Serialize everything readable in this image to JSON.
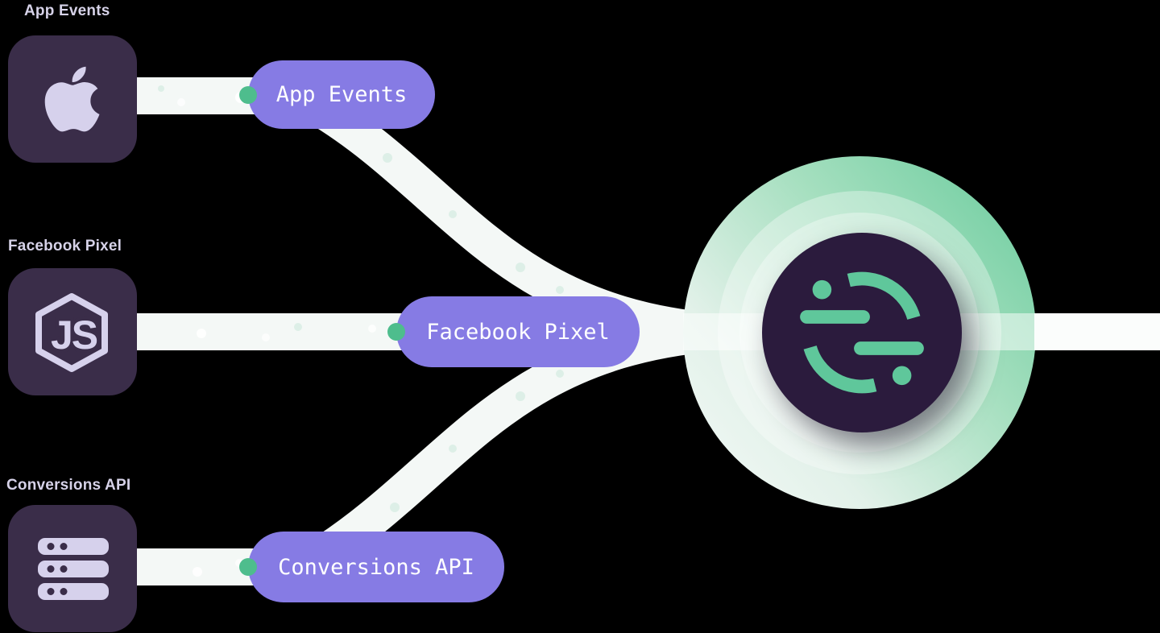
{
  "background_color": "#000000",
  "sources": [
    {
      "label": "App Events",
      "pill_label": "App Events",
      "icon": "apple-icon"
    },
    {
      "label": "Facebook Pixel",
      "pill_label": "Facebook Pixel",
      "icon": "nodejs-hexagon-icon",
      "icon_text": "JS"
    },
    {
      "label": "Conversions API",
      "pill_label": "Conversions API",
      "icon": "server-stack-icon"
    }
  ],
  "destination": {
    "icon": "segment-logo-icon"
  },
  "colors": {
    "pill_background": "#867BE4",
    "pill_text": "#FFFFFF",
    "connector_dot": "#4EBD8D",
    "icon_tile_background": "#3A2D49",
    "icon_glyph": "#D6D1EC",
    "source_label_text": "#D6D2E8",
    "pipe": "#F4F8F6",
    "hub_green": "#6FCDA0",
    "hub_glow_light": "#F5FAF8",
    "hub_core_background": "#2B1B3D",
    "hub_logo_green": "#5FC79B"
  }
}
